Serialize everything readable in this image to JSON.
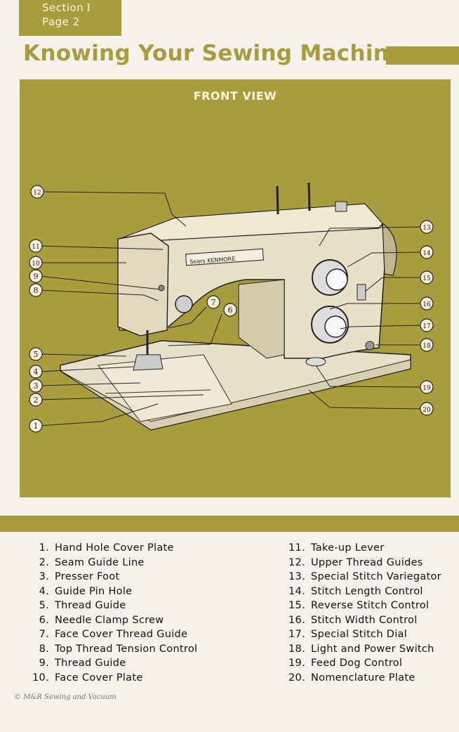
{
  "section": {
    "label": "Section",
    "numeral": "I",
    "page": "Page 2"
  },
  "title": "Knowing Your Sewing Machine",
  "diagram": {
    "heading": "FRONT VIEW",
    "brand_plate": "Sears KENMORE",
    "callouts": [
      "1",
      "2",
      "3",
      "4",
      "5",
      "6",
      "7",
      "8",
      "9",
      "10",
      "11",
      "12",
      "13",
      "14",
      "15",
      "16",
      "17",
      "18",
      "19",
      "20"
    ]
  },
  "parts": [
    {
      "num": "1.",
      "label": "Hand Hole Cover Plate"
    },
    {
      "num": "2.",
      "label": "Seam Guide Line"
    },
    {
      "num": "3.",
      "label": "Presser Foot"
    },
    {
      "num": "4.",
      "label": "Guide Pin Hole"
    },
    {
      "num": "5.",
      "label": "Thread Guide"
    },
    {
      "num": "6.",
      "label": "Needle Clamp Screw"
    },
    {
      "num": "7.",
      "label": "Face Cover Thread Guide"
    },
    {
      "num": "8.",
      "label": "Top Thread Tension Control"
    },
    {
      "num": "9.",
      "label": "Thread Guide"
    },
    {
      "num": "10.",
      "label": "Face Cover Plate"
    },
    {
      "num": "11.",
      "label": "Take-up Lever"
    },
    {
      "num": "12.",
      "label": "Upper Thread Guides"
    },
    {
      "num": "13.",
      "label": "Special Stitch Variegator"
    },
    {
      "num": "14.",
      "label": "Stitch Length Control"
    },
    {
      "num": "15.",
      "label": "Reverse Stitch Control"
    },
    {
      "num": "16.",
      "label": "Stitch Width Control"
    },
    {
      "num": "17.",
      "label": "Special Stitch Dial"
    },
    {
      "num": "18.",
      "label": "Light and Power Switch"
    },
    {
      "num": "19.",
      "label": "Feed Dog Control"
    },
    {
      "num": "20.",
      "label": "Nomenclature Plate"
    }
  ],
  "credit": "© M&R Sewing and Vacuum",
  "colors": {
    "accent": "#a89c3c",
    "paper": "#f4f2ea",
    "machine": "#e8e0c8",
    "ink": "#111111"
  }
}
